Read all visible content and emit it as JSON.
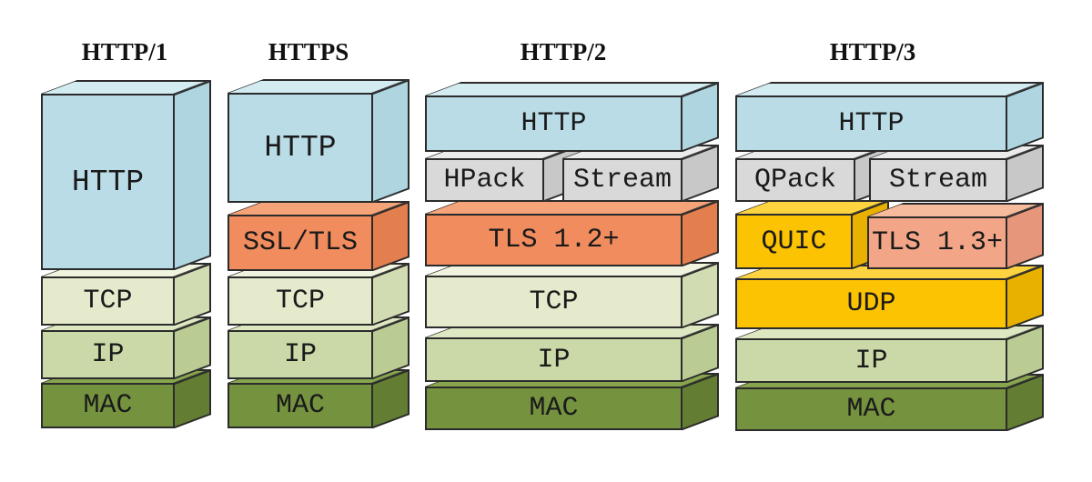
{
  "diagram_type": "protocol-stack-comparison",
  "outline_color": "#2b2b2b",
  "background_color": "#ffffff",
  "palette": {
    "http_blue": "#b9dce7",
    "tls_orange": "#f08c5e",
    "tls13_salmon": "#f2a687",
    "framing_gray": "#d9d9d9",
    "quic_udp_gold": "#fcc303",
    "tcp_pale_green": "#e4eacb",
    "ip_green": "#cbd9a8",
    "mac_olive": "#75923f"
  },
  "columns": [
    {
      "title": "HTTP/1",
      "layers": [
        {
          "label": "HTTP",
          "color": "#b9dce7"
        },
        {
          "label": "TCP",
          "color": "#e4eacb"
        },
        {
          "label": "IP",
          "color": "#cbd9a8"
        },
        {
          "label": "MAC",
          "color": "#75923f"
        }
      ]
    },
    {
      "title": "HTTPS",
      "layers": [
        {
          "label": "HTTP",
          "color": "#b9dce7"
        },
        {
          "label": "SSL/TLS",
          "color": "#f08c5e"
        },
        {
          "label": "TCP",
          "color": "#e4eacb"
        },
        {
          "label": "IP",
          "color": "#cbd9a8"
        },
        {
          "label": "MAC",
          "color": "#75923f"
        }
      ]
    },
    {
      "title": "HTTP/2",
      "layers": [
        {
          "label": "HTTP",
          "color": "#b9dce7"
        },
        {
          "label": "HPack",
          "color": "#d9d9d9"
        },
        {
          "label": "Stream",
          "color": "#d9d9d9"
        },
        {
          "label": "TLS 1.2+",
          "color": "#f08c5e"
        },
        {
          "label": "TCP",
          "color": "#e4eacb"
        },
        {
          "label": "IP",
          "color": "#cbd9a8"
        },
        {
          "label": "MAC",
          "color": "#75923f"
        }
      ]
    },
    {
      "title": "HTTP/3",
      "layers": [
        {
          "label": "HTTP",
          "color": "#b9dce7"
        },
        {
          "label": "QPack",
          "color": "#d9d9d9"
        },
        {
          "label": "Stream",
          "color": "#d9d9d9"
        },
        {
          "label": "QUIC",
          "color": "#fcc303"
        },
        {
          "label": "TLS 1.3+",
          "color": "#f2a687"
        },
        {
          "label": "UDP",
          "color": "#fcc303"
        },
        {
          "label": "IP",
          "color": "#cbd9a8"
        },
        {
          "label": "MAC",
          "color": "#75923f"
        }
      ]
    }
  ]
}
